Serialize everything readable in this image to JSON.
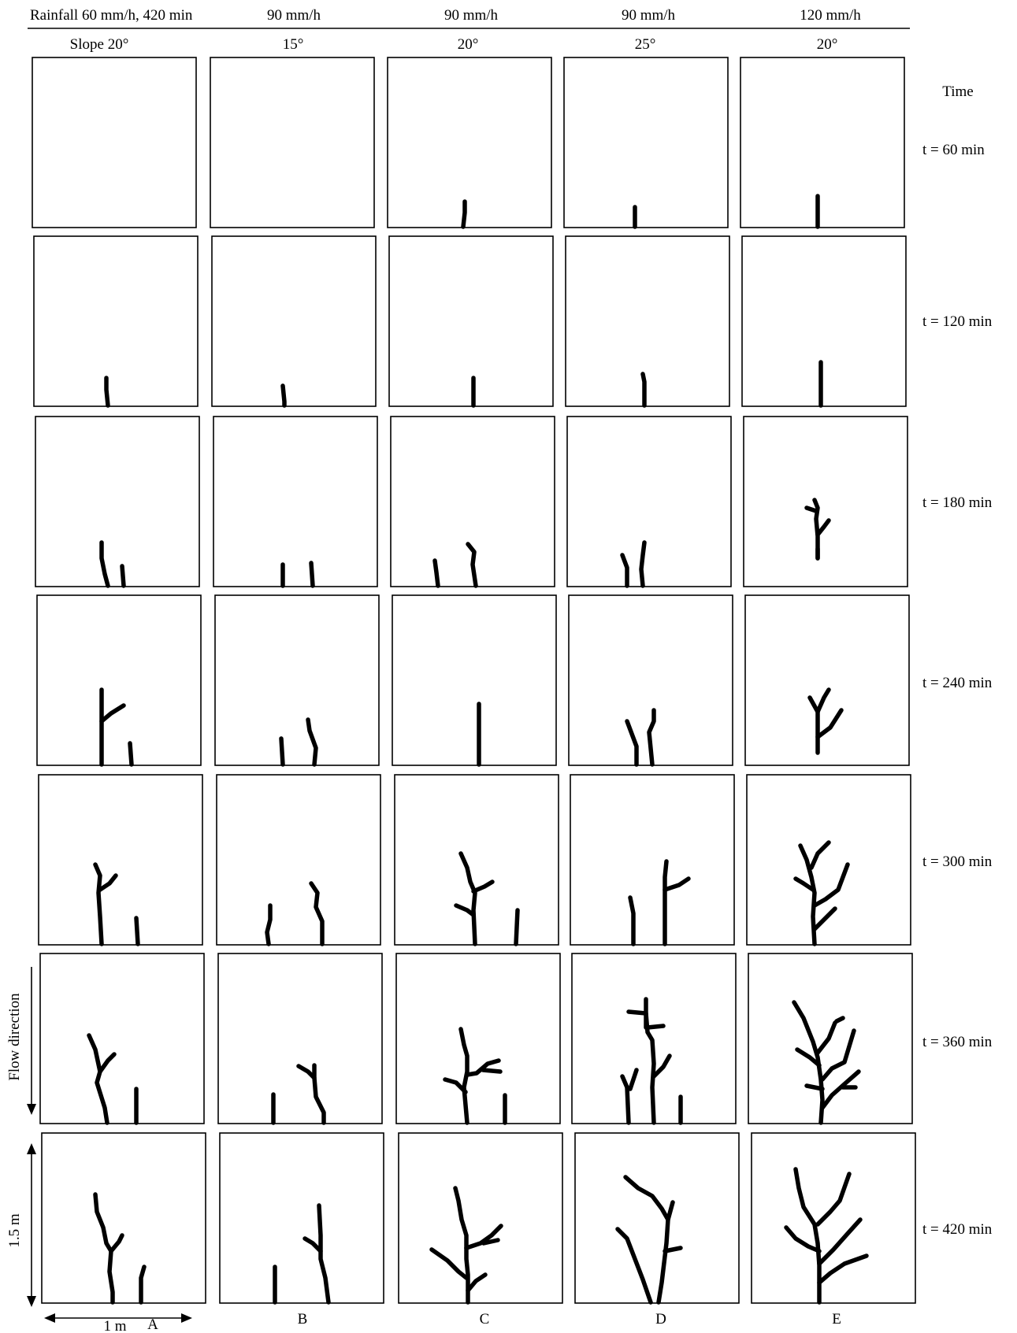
{
  "headers": {
    "rainfall": [
      "Rainfall 60 mm/h, 420 min",
      "90 mm/h",
      "90 mm/h",
      "90 mm/h",
      "120 mm/h"
    ],
    "slope": [
      "Slope 20°",
      "15°",
      "20°",
      "25°",
      "20°"
    ]
  },
  "time_title": "Time",
  "time_labels": [
    "t = 60 min",
    "t = 120 min",
    "t = 180 min",
    "t = 240 min",
    "t = 300 min",
    "t = 360 min",
    "t = 420 min"
  ],
  "column_letters": [
    "A",
    "B",
    "C",
    "D",
    "E"
  ],
  "flow_label": "Flow direction",
  "height_label": "1.5 m",
  "width_label": "1 m",
  "colors": {
    "ink": "#000000",
    "background": "#ffffff"
  }
}
